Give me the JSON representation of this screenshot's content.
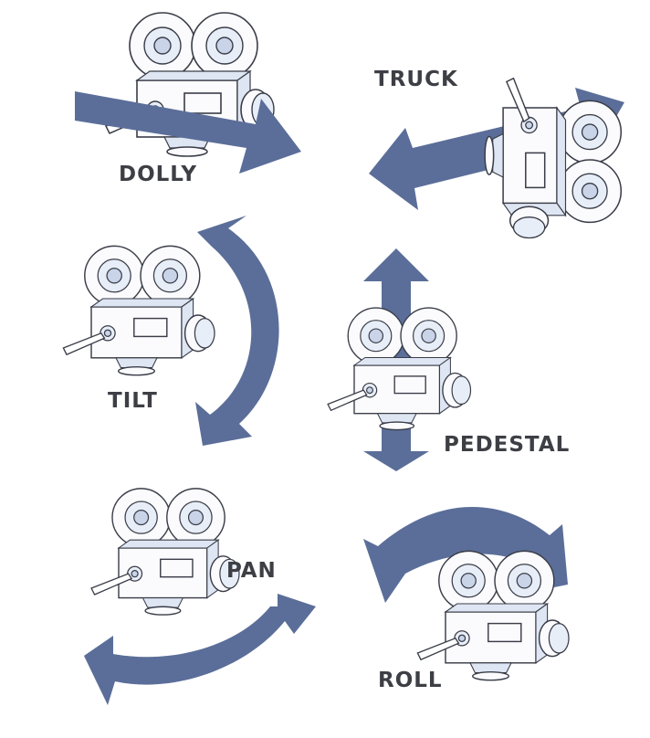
{
  "moves": [
    {
      "id": "dolly",
      "label": "DOLLY"
    },
    {
      "id": "truck",
      "label": "TRUCK"
    },
    {
      "id": "tilt",
      "label": "TILT"
    },
    {
      "id": "pedestal",
      "label": "PEDESTAL"
    },
    {
      "id": "pan",
      "label": "PAN"
    },
    {
      "id": "roll",
      "label": "ROLL"
    }
  ],
  "colors": {
    "arrow": "#5b6e99",
    "ink": "#3a3d48",
    "label": "#3d3f45"
  },
  "icons": [
    "camera-icon",
    "arrow-icon"
  ]
}
